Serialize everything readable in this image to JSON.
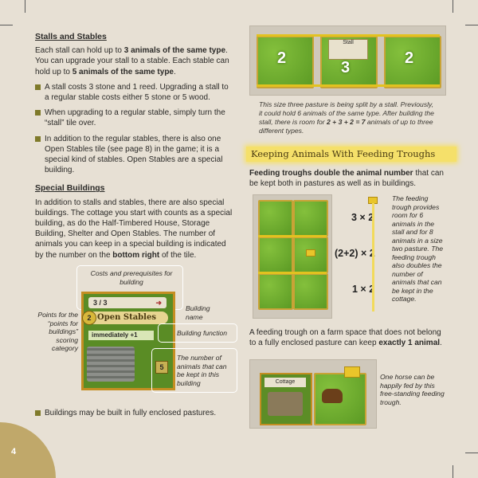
{
  "left": {
    "stalls_heading": "Stalls and Stables",
    "stalls_p1_a": "Each stall can hold up to ",
    "stalls_p1_b": "3 animals of the same type",
    "stalls_p1_c": ". You can upgrade your stall to a stable. Each stable can hold up to ",
    "stalls_p1_d": "5 animals of the same type",
    "stalls_p1_e": ".",
    "bullets": [
      "A stall costs 3 stone and 1 reed. Upgrading a stall to a regular stable costs either 5 stone or 5 wood.",
      "When upgrading to a regular stable, simply turn the “stall” tile over.",
      "In addition to the regular stables, there is also one Open Stables tile (see page 8) in the game; it is a special kind of stables. Open Stables are a special building."
    ],
    "special_heading": "Special Buildings",
    "special_p_a": "In addition to stalls and stables, there are also special buildings. The cottage you start with counts as a special building, as do the Half-Timbered House, Storage Building, Shelter and Open Stables. The number of animals you can keep in a special building is indicated by the number on the ",
    "special_p_b": "bottom right",
    "special_p_c": " of the tile.",
    "final_bullet": "Buildings may be built in fully enclosed pastures."
  },
  "figure": {
    "costs_label": "Costs and prerequisites for building",
    "points_label": "Points for the “points for buildings” scoring category",
    "name_label": "Building name",
    "function_label": "Building function",
    "animals_label": "The number of animals that can be kept in this building",
    "tile_name": "Open Stables",
    "tile_points": "2",
    "tile_cost": "3 / 3",
    "tile_effect": "immediately +1",
    "tile_capacity": "5"
  },
  "right": {
    "pasture_numbers": [
      "2",
      "3",
      "2"
    ],
    "pasture_stall_label": "Stall",
    "caption1_a": "This size three pasture is being split by a stall. Previously, it could hold 6 animals of the same type. After building the stall, there is room for ",
    "caption1_b": "2 + 3 + 2 = 7",
    "caption1_c": " animals of up to three different types.",
    "troughs_title": "Keeping Animals With Feeding Troughs",
    "troughs_p_a": "Feeding troughs double the animal number",
    "troughs_p_b": " that can be kept both in pastures as well as in buildings.",
    "mult1": "3 × 2",
    "mult2": "(2+2) × 2",
    "mult3": "1 × 2",
    "side_caption_1": "The feeding trough provides room for ",
    "side_caption_2": "6 animals",
    "side_caption_3": " in the stall and for ",
    "side_caption_4": "8 animals",
    "side_caption_5": " in a size two pasture. The feeding trough also doubles the number of animals that can be kept in the cottage.",
    "trough_p_a": "A feeding trough on a farm space that does not belong to a fully enclosed pasture can keep ",
    "trough_p_b": "exactly 1 animal",
    "trough_p_c": ".",
    "cottage_label": "Cottage",
    "horse_caption": "One horse can be happily fed by this free-standing feeding trough."
  },
  "page_number": "4"
}
